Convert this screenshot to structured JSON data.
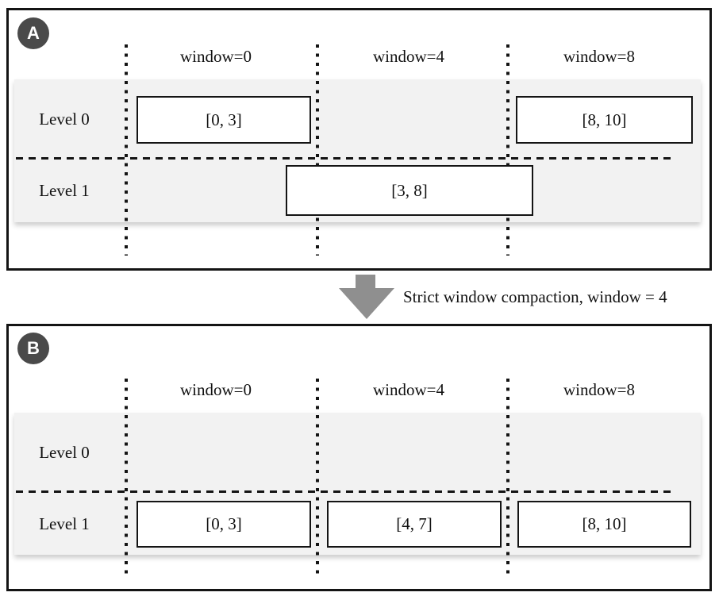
{
  "panel_a": {
    "badge": "A",
    "columns": [
      "window=0",
      "window=4",
      "window=8"
    ],
    "level0_label": "Level 0",
    "level1_label": "Level 1",
    "box_0_3": "[0, 3]",
    "box_8_10": "[8, 10]",
    "box_3_8": "[3, 8]"
  },
  "transition": {
    "caption": "Strict window compaction, window = 4"
  },
  "panel_b": {
    "badge": "B",
    "columns": [
      "window=0",
      "window=4",
      "window=8"
    ],
    "level0_label": "Level 0",
    "level1_label": "Level 1",
    "box_0_3": "[0, 3]",
    "box_4_7": "[4, 7]",
    "box_8_10": "[8, 10]"
  },
  "colors": {
    "badge-bg": "#4a4a4a",
    "badge-text": "#ffffff",
    "band-bg": "#f2f2f2",
    "line": "#141414",
    "arrow": "#8f8f8f",
    "text": "#111111",
    "panel-bg": "#ffffff"
  }
}
